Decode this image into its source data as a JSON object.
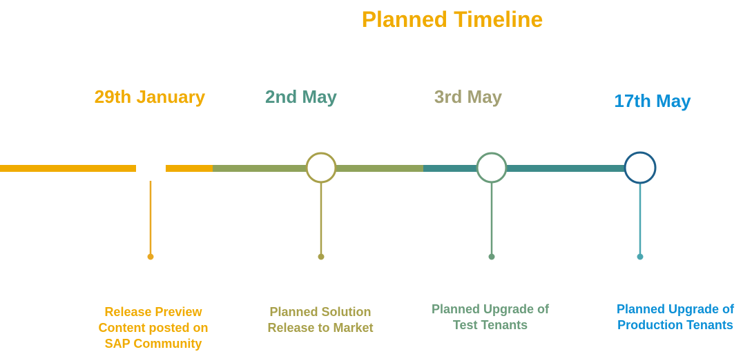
{
  "title": {
    "text": "Planned Timeline",
    "color": "#f0ab00"
  },
  "milestones": [
    {
      "date": "29th January",
      "description": "Release Preview\nContent posted on\nSAP Community",
      "date_color": "#f0ab00",
      "desc_color": "#f0ab00",
      "line_color": "#e8a822",
      "marker": "gap"
    },
    {
      "date": "2nd May",
      "description": "Planned Solution\nRelease to Market",
      "date_color": "#4f9585",
      "desc_color": "#a8a04a",
      "line_color": "#a8a04a",
      "marker": "circle"
    },
    {
      "date": "3rd May",
      "description": "Planned Upgrade of\nTest Tenants",
      "date_color": "#a3a074",
      "desc_color": "#6a9c7b",
      "line_color": "#6a9c7b",
      "marker": "circle"
    },
    {
      "date": "17th May",
      "description": "Planned Upgrade of\nProduction Tenants",
      "date_color": "#0a8fd6",
      "desc_color": "#0a8fd6",
      "line_color": "#4aa6b0",
      "marker": "circle"
    }
  ],
  "segments": [
    {
      "color": "#f0ab00"
    },
    {
      "color": "#8fa25a"
    },
    {
      "color": "#3d8b8a"
    }
  ]
}
